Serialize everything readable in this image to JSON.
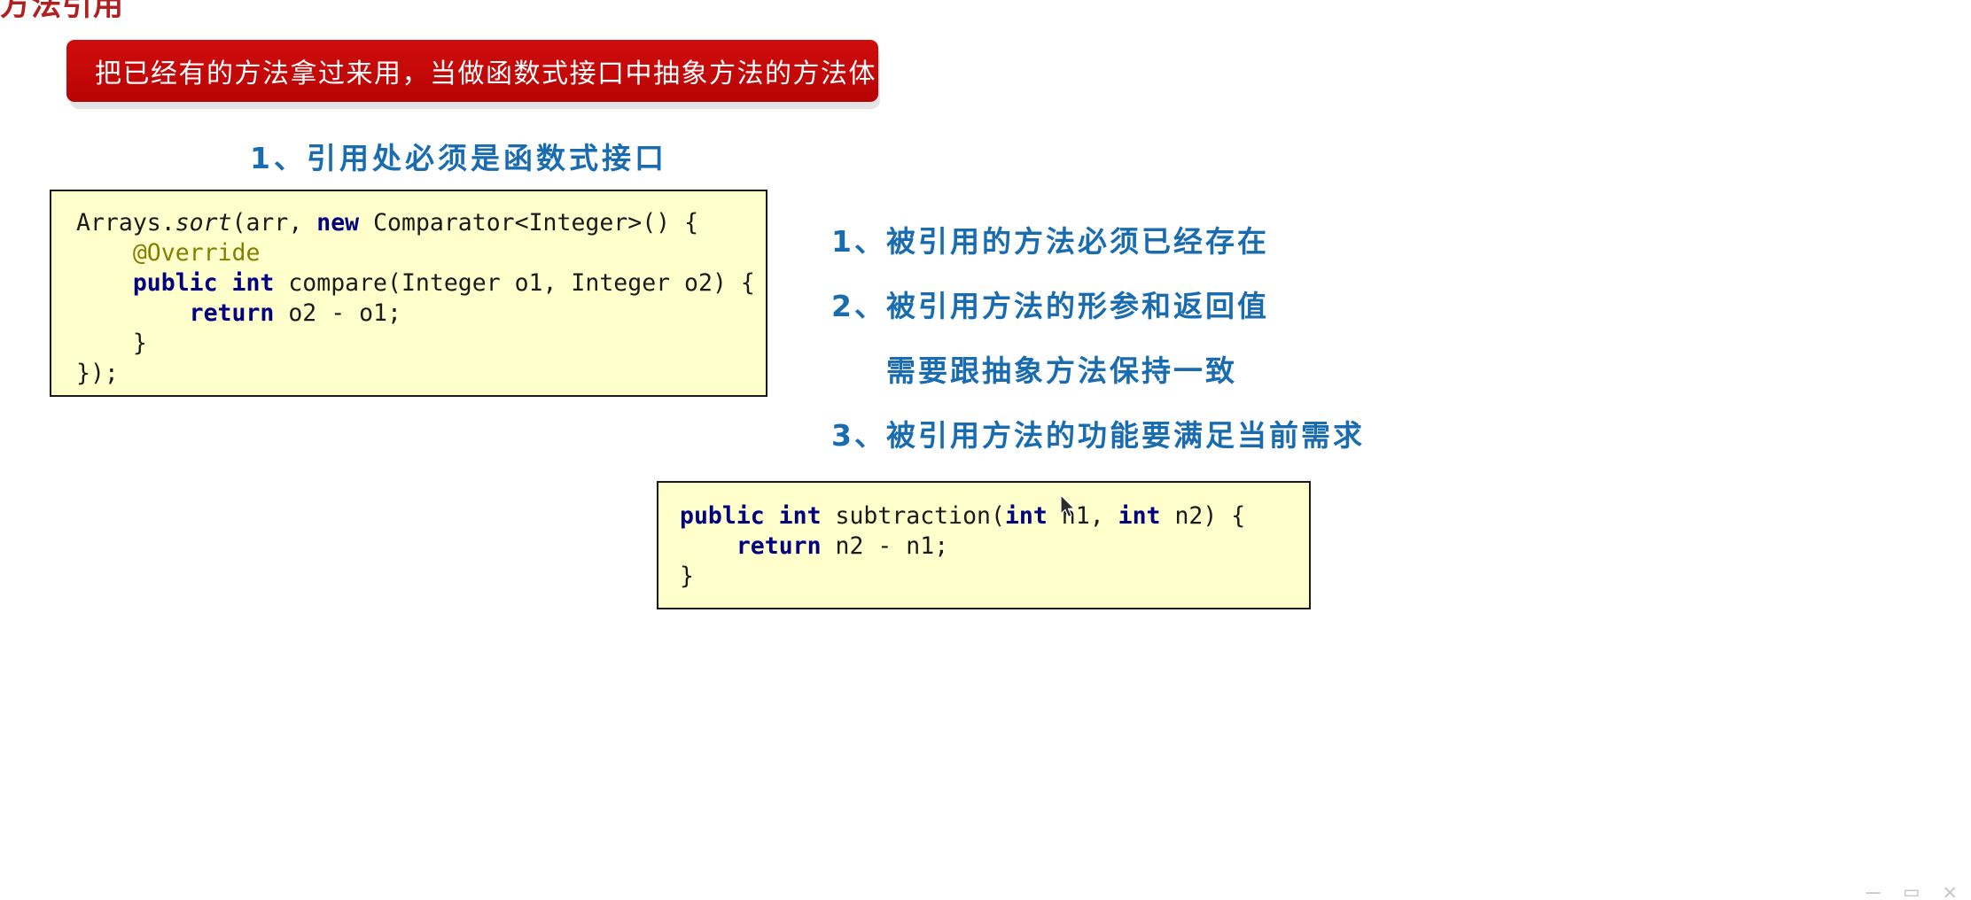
{
  "slide": {
    "title": "方法引用",
    "banner_text": "把已经有的方法拿过来用，当做函数式接口中抽象方法的方法体",
    "sub_heading": "1、引用处必须是函数式接口"
  },
  "code_top": {
    "lines": [
      [
        {
          "t": "Arrays.",
          "s": "plain"
        },
        {
          "t": "sort",
          "s": "ital"
        },
        {
          "t": "(arr, ",
          "s": "plain"
        },
        {
          "t": "new",
          "s": "kw"
        },
        {
          "t": " Comparator<Integer>() {",
          "s": "plain"
        }
      ],
      [
        {
          "t": "    ",
          "s": "plain"
        },
        {
          "t": "@Override",
          "s": "anno"
        }
      ],
      [
        {
          "t": "    ",
          "s": "plain"
        },
        {
          "t": "public int",
          "s": "kw"
        },
        {
          "t": " compare(Integer o1, Integer o2) {",
          "s": "plain"
        }
      ],
      [
        {
          "t": "        ",
          "s": "plain"
        },
        {
          "t": "return",
          "s": "kw"
        },
        {
          "t": " o2 - o1;",
          "s": "plain"
        }
      ],
      [
        {
          "t": "    }",
          "s": "plain"
        }
      ],
      [
        {
          "t": "});",
          "s": "plain"
        }
      ]
    ]
  },
  "code_bottom": {
    "lines": [
      [
        {
          "t": "public int",
          "s": "kw"
        },
        {
          "t": " subtraction(",
          "s": "plain"
        },
        {
          "t": "int",
          "s": "kw"
        },
        {
          "t": " n1, ",
          "s": "plain"
        },
        {
          "t": "int",
          "s": "kw"
        },
        {
          "t": " n2) {",
          "s": "plain"
        }
      ],
      [
        {
          "t": "    ",
          "s": "plain"
        },
        {
          "t": "return",
          "s": "kw"
        },
        {
          "t": " n2 - n1;",
          "s": "plain"
        }
      ],
      [
        {
          "t": "}",
          "s": "plain"
        }
      ]
    ]
  },
  "rules": {
    "items": [
      {
        "text": "1、被引用的方法必须已经存在",
        "continuation": false
      },
      {
        "text": "2、被引用方法的形参和返回值",
        "continuation": false
      },
      {
        "text": "需要跟抽象方法保持一致",
        "continuation": true
      },
      {
        "text": "3、被引用方法的功能要满足当前需求",
        "continuation": false
      }
    ]
  },
  "artifact": {
    "text": "— ▭ ✕"
  },
  "colors": {
    "banner_red": "#c40808",
    "title_red": "#b02020",
    "heading_blue": "#1a6cb0",
    "code_bg": "#ffffcc",
    "keyword_navy": "#000080",
    "annotation_olive": "#808000"
  }
}
